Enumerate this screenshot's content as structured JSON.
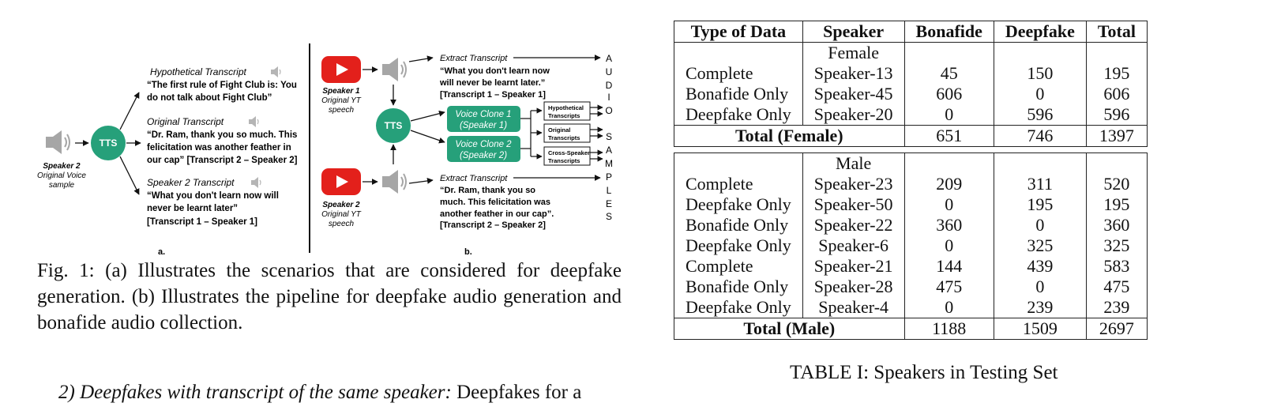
{
  "figure": {
    "panel_a": {
      "tts_label": "TTS",
      "speaker_label": "Speaker 2",
      "speaker_sub1": "Original Voice",
      "speaker_sub2": "sample",
      "hyp_title": "Hypothetical Transcript",
      "hyp_line1": "“The first rule of Fight Club is: You",
      "hyp_line2": "do not talk about Fight Club”",
      "orig_title": "Original Transcript",
      "orig_line1": "“Dr. Ram, thank you so much. This",
      "orig_line2": "felicitation was another feather in",
      "orig_line3": "our cap” [Transcript 2 – Speaker 2]",
      "s2_title": "Speaker 2 Transcript",
      "s2_line1": "“What you don't learn now will",
      "s2_line2": "never be learnt later”",
      "s2_line3": "[Transcript 1 – Speaker 1]",
      "label": "a."
    },
    "panel_b": {
      "sp1_label": "Speaker 1",
      "sp1_sub1": "Original YT",
      "sp1_sub2": "speech",
      "sp2_label": "Speaker 2",
      "sp2_sub1": "Original YT",
      "sp2_sub2": "speech",
      "tts_label": "TTS",
      "ext1_title": "Extract Transcript",
      "ext1_line1": "“What you don't learn now",
      "ext1_line2": "will never be learnt later.”",
      "ext1_line3": "[Transcript 1 – Speaker 1]",
      "ext2_title": "Extract Transcript",
      "ext2_line1": "“Dr. Ram, thank you so",
      "ext2_line2": "much. This felicitation was",
      "ext2_line3": "another feather in our cap”.",
      "ext2_line4": "[Transcript 2 – Speaker 2]",
      "vc1_line1": "Voice Clone 1",
      "vc1_line2": "(Speaker 1)",
      "vc2_line1": "Voice Clone 2",
      "vc2_line2": "(Speaker 2)",
      "box1_line1": "Hypothetical",
      "box1_line2": "Transcripts",
      "box2_line1": "Original",
      "box2_line2": "Transcripts",
      "box3_line1": "Cross-Speaker",
      "box3_line2": "Transcripts",
      "vertical_letters": [
        "A",
        "U",
        "D",
        "I",
        "O",
        "S",
        "A",
        "M",
        "P",
        "L",
        "E",
        "S"
      ],
      "label": "b."
    },
    "caption": "Fig. 1: (a) Illustrates the scenarios that are considered for deepfake generation. (b) Illustrates the pipeline for deepfake audio generation and bonafide audio collection."
  },
  "section": {
    "number": "2)",
    "heading": "Deepfakes with transcript of the same speaker:",
    "text": "Deepfakes for a"
  },
  "table": {
    "headers": [
      "Type of Data",
      "Speaker",
      "Bonafide",
      "Deepfake",
      "Total"
    ],
    "female_label": "Female",
    "female_rows": [
      [
        "Complete",
        "Speaker-13",
        "45",
        "150",
        "195"
      ],
      [
        "Bonafide Only",
        "Speaker-45",
        "606",
        "0",
        "606"
      ],
      [
        "Deepfake Only",
        "Speaker-20",
        "0",
        "596",
        "596"
      ]
    ],
    "female_total": [
      "Total (Female)",
      "651",
      "746",
      "1397"
    ],
    "male_label": "Male",
    "male_rows": [
      [
        "Complete",
        "Speaker-23",
        "209",
        "311",
        "520"
      ],
      [
        "Deepfake Only",
        "Speaker-50",
        "0",
        "195",
        "195"
      ],
      [
        "Bonafide Only",
        "Speaker-22",
        "360",
        "0",
        "360"
      ],
      [
        "Deepfake Only",
        "Speaker-6",
        "0",
        "325",
        "325"
      ],
      [
        "Complete",
        "Speaker-21",
        "144",
        "439",
        "583"
      ],
      [
        "Bonafide Only",
        "Speaker-28",
        "475",
        "0",
        "475"
      ],
      [
        "Deepfake Only",
        "Speaker-4",
        "0",
        "239",
        "239"
      ]
    ],
    "male_total": [
      "Total (Male)",
      "1188",
      "1509",
      "2697"
    ],
    "caption": "TABLE I: Speakers in Testing Set"
  },
  "colors": {
    "tts_green": "#26a07a",
    "youtube_red": "#e3201b",
    "speaker_gray": "#a6a6a6"
  }
}
